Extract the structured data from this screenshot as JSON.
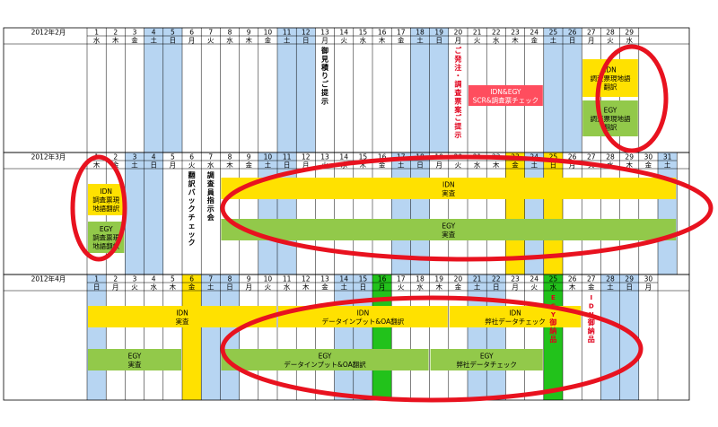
{
  "colors": {
    "weekend": "#b7d5f2",
    "yellow": "#ffe100",
    "green": "#92c94a",
    "bright_green": "#22c21b",
    "red": "#ff4d5e",
    "red_text": "#e0001b",
    "grid": "#000000",
    "circle": "#e8121f"
  },
  "months": [
    {
      "id": "feb",
      "title": "2012年2月",
      "first_wd": 3,
      "days": 29,
      "green_days": [],
      "yellow_days": [],
      "events": [
        {
          "id": "feb-estimate-note",
          "kind": "vtext",
          "day": 13,
          "text": "御見積りご提示",
          "color": "#000000"
        },
        {
          "id": "feb-order-note",
          "kind": "vtext",
          "day": 20,
          "text": "ご発注・調査票案ご提示",
          "color": "#e0001b"
        },
        {
          "id": "feb-idn-egy-check",
          "kind": "bar",
          "start": 21,
          "end": 24,
          "row": "feb-mid",
          "color": "#ff4d5e",
          "lines": [
            "IDN&EGY",
            "SCR&調査票チェック"
          ],
          "text_color": "#ffffff"
        },
        {
          "id": "feb-idn-translation",
          "kind": "bar",
          "start": 27,
          "end": 29,
          "row": "feb-upper",
          "color": "#ffe100",
          "lines": [
            "IDN",
            "調査票現地語",
            "翻訳"
          ],
          "text_color": "#000000"
        },
        {
          "id": "feb-egy-translation",
          "kind": "bar",
          "start": 27,
          "end": 29,
          "row": "feb-lower",
          "color": "#92c94a",
          "lines": [
            "EGY",
            "調査票現地語",
            "翻訳"
          ],
          "text_color": "#000000"
        }
      ]
    },
    {
      "id": "mar",
      "title": "2012年3月",
      "first_wd": 4,
      "days": 31,
      "green_days": [],
      "yellow_days": [
        23,
        25
      ],
      "events": [
        {
          "id": "mar-idn-translation",
          "kind": "bar",
          "start": 1,
          "end": 2,
          "row": "mar-upper-left",
          "color": "#ffe100",
          "lines": [
            "IDN",
            "調査票現",
            "地語翻訳"
          ],
          "text_color": "#000000"
        },
        {
          "id": "mar-egy-translation",
          "kind": "bar",
          "start": 1,
          "end": 2,
          "row": "mar-lower-left",
          "color": "#92c94a",
          "lines": [
            "EGY",
            "調査票現",
            "地語翻訳"
          ],
          "text_color": "#000000"
        },
        {
          "id": "mar-back-check",
          "kind": "vtext",
          "day": 6,
          "text": "翻訳バックチェック",
          "color": "#000000"
        },
        {
          "id": "mar-surveyor-briefing",
          "kind": "vtext",
          "day": 7,
          "text": "調査員指示会",
          "color": "#000000"
        },
        {
          "id": "mar-idn-fieldwork",
          "kind": "bar",
          "start": 8,
          "end": 31,
          "row": "mar-upper",
          "color": "#ffe100",
          "lines": [
            "IDN",
            "実査"
          ],
          "text_color": "#000000"
        },
        {
          "id": "mar-egy-fieldwork",
          "kind": "bar",
          "start": 8,
          "end": 31,
          "row": "mar-lower",
          "color": "#92c94a",
          "lines": [
            "EGY",
            "実査"
          ],
          "text_color": "#000000"
        }
      ]
    },
    {
      "id": "apr",
      "title": "2012年4月",
      "first_wd": 0,
      "days": 30,
      "green_days": [
        16,
        25
      ],
      "yellow_days": [
        6
      ],
      "events": [
        {
          "id": "apr-idn-fieldwork",
          "kind": "bar",
          "start": 1,
          "end": 10,
          "row": "apr-upper",
          "color": "#ffe100",
          "lines": [
            "IDN",
            "実査"
          ],
          "text_color": "#000000"
        },
        {
          "id": "apr-idn-data-input",
          "kind": "bar",
          "start": 11,
          "end": 19,
          "row": "apr-upper",
          "color": "#ffe100",
          "lines": [
            "IDN",
            "データインプット&OA翻訳"
          ],
          "text_color": "#000000"
        },
        {
          "id": "apr-idn-data-check",
          "kind": "bar",
          "start": 20,
          "end": 26,
          "row": "apr-upper",
          "color": "#ffe100",
          "lines": [
            "IDN",
            "弊社データチェック"
          ],
          "text_color": "#000000"
        },
        {
          "id": "apr-idn-delivery",
          "kind": "vtext",
          "day": 27,
          "text": "IDN御納品",
          "color": "#e0001b"
        },
        {
          "id": "apr-egy-fieldwork",
          "kind": "bar",
          "start": 1,
          "end": 5,
          "row": "apr-lower",
          "color": "#92c94a",
          "lines": [
            "EGY",
            "実査"
          ],
          "text_color": "#000000"
        },
        {
          "id": "apr-egy-data-input",
          "kind": "bar",
          "start": 8,
          "end": 18,
          "row": "apr-lower",
          "color": "#92c94a",
          "lines": [
            "EGY",
            "データインプット&OA翻訳"
          ],
          "text_color": "#000000"
        },
        {
          "id": "apr-egy-data-check",
          "kind": "bar",
          "start": 19,
          "end": 24,
          "row": "apr-lower",
          "color": "#92c94a",
          "lines": [
            "EGY",
            "弊社データチェック"
          ],
          "text_color": "#000000"
        },
        {
          "id": "apr-egy-delivery",
          "kind": "vtext",
          "day": 25,
          "text": "EGY御納品",
          "color": "#e0001b"
        }
      ]
    }
  ],
  "weekday_labels": [
    "日",
    "月",
    "火",
    "水",
    "木",
    "金",
    "土"
  ]
}
